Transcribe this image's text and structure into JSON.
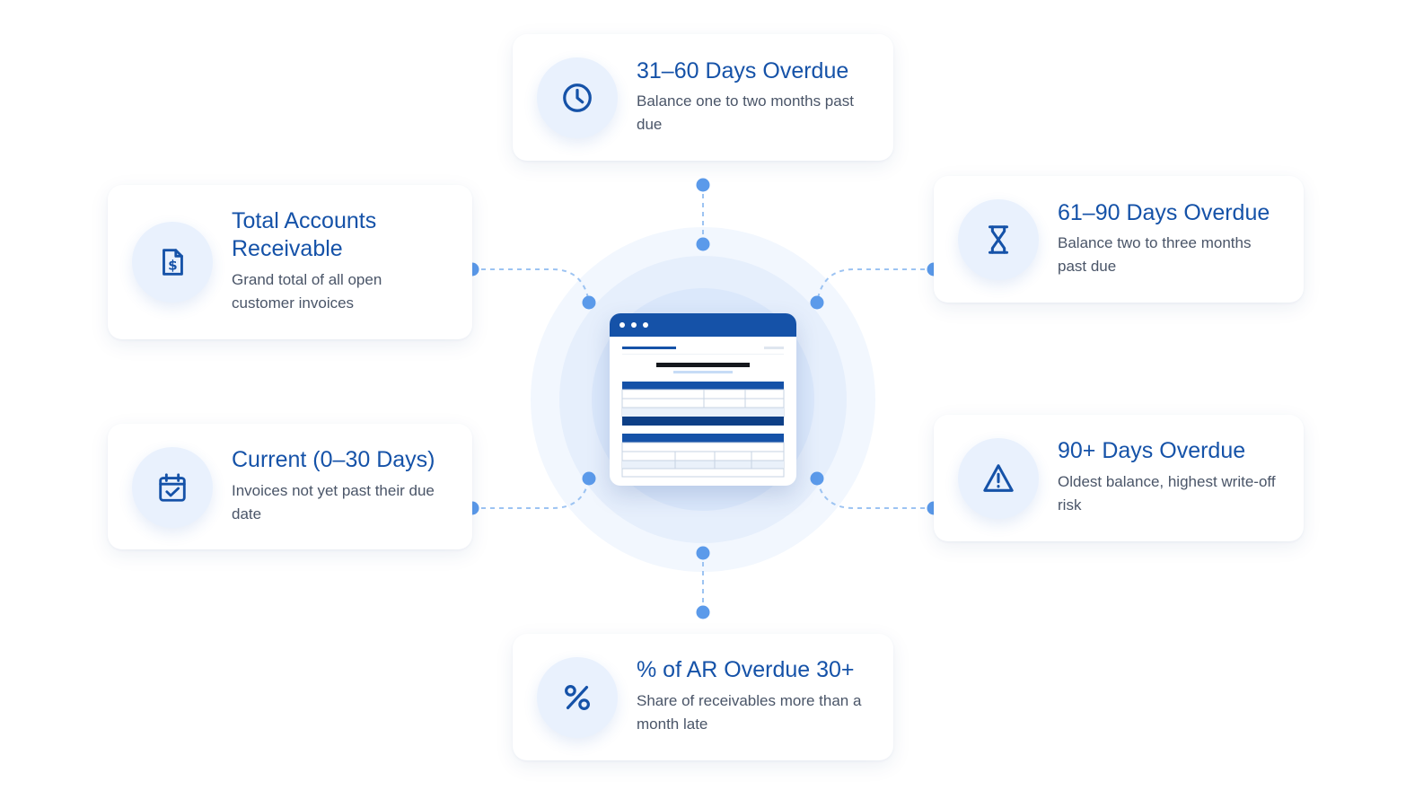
{
  "cards": {
    "days_31_60": {
      "title": "31–60 Days Overdue",
      "description": "Balance one to two months past due",
      "icon": "clock-icon"
    },
    "total_ar": {
      "title": "Total Accounts Receivable",
      "description": "Grand total of all open customer invoices",
      "icon": "dollar-document-icon"
    },
    "days_61_90": {
      "title": "61–90 Days Overdue",
      "description": "Balance two to three months past due",
      "icon": "hourglass-icon"
    },
    "current": {
      "title": "Current (0–30 Days)",
      "description": "Invoices not yet past their due date",
      "icon": "calendar-check-icon"
    },
    "days_90_plus": {
      "title": "90+ Days Overdue",
      "description": "Oldest balance, highest write-off risk",
      "icon": "warning-triangle-icon"
    },
    "pct_overdue_30": {
      "title": "% of AR Overdue 30+",
      "description": "Share of receivables more than a month late",
      "icon": "percent-icon"
    }
  },
  "center": {
    "icon": "report-document-window-icon"
  },
  "colors": {
    "primary": "#1552a8",
    "dark_band": "#0d3f86",
    "connector": "#5b9aea",
    "dashed_line": "#9cc3f2",
    "ring_outer": "#f2f7fe",
    "ring_middle": "#e6effc",
    "ring_inner": "#dbe8fb",
    "icon_bg": "#e9f1fd",
    "text_body": "#4a5568"
  }
}
